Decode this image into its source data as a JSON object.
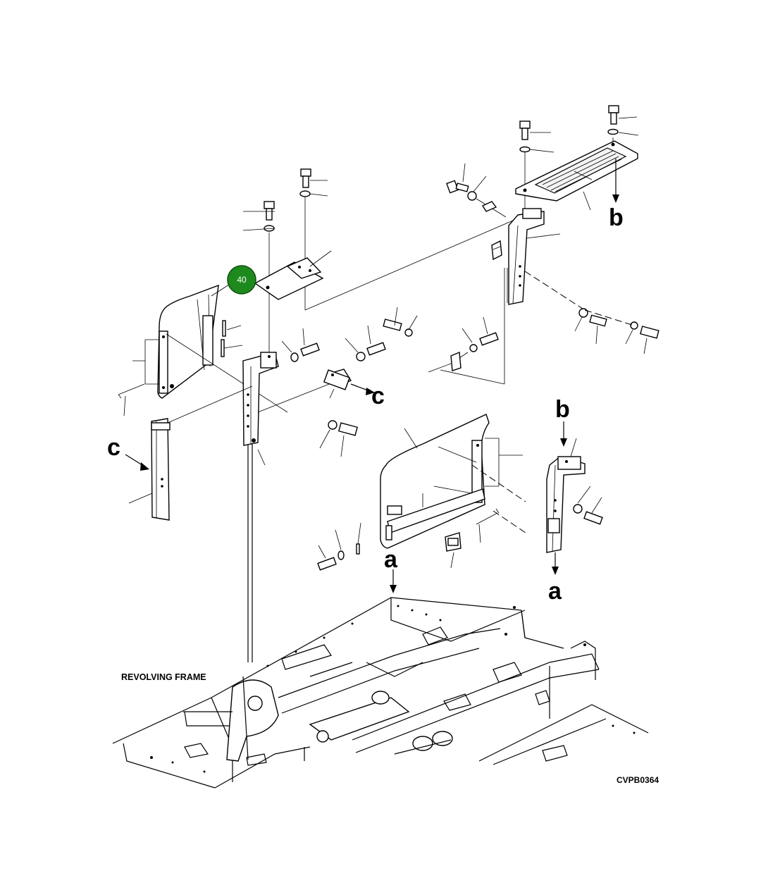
{
  "labels": {
    "frame": "REVOLVING FRAME",
    "drawing_code": "CVPB0364"
  },
  "callouts": [
    {
      "number": "40",
      "color": "#1e8a1e"
    }
  ],
  "reference_letters": {
    "a": "a",
    "b": "b",
    "c": "c"
  },
  "colors": {
    "line": "#000000",
    "background": "#ffffff",
    "callout": "#1e8a1e"
  }
}
